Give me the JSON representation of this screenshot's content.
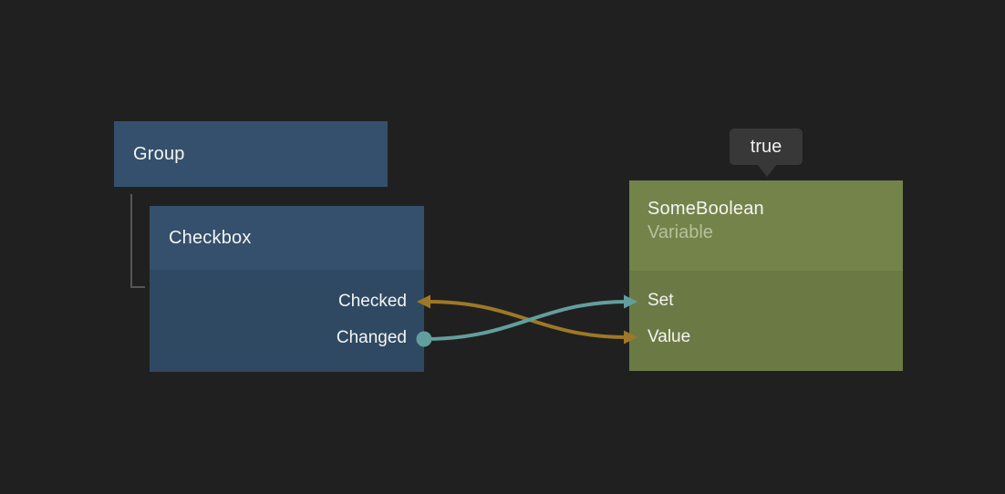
{
  "canvas": {
    "background": "#202020"
  },
  "nodes": {
    "group": {
      "title": "Group",
      "color": "#35506c"
    },
    "checkbox": {
      "title": "Checkbox",
      "header_color": "#35506c",
      "body_color": "#2f4963",
      "output_ports": [
        {
          "label": "Checked"
        },
        {
          "label": "Changed"
        }
      ]
    },
    "variable": {
      "title": "SomeBoolean",
      "subtitle": "Variable",
      "header_color": "#74834a",
      "body_color": "#6b7a44",
      "input_ports": [
        {
          "label": "Set"
        },
        {
          "label": "Value"
        }
      ]
    }
  },
  "tooltip": {
    "text": "true",
    "background": "#383838"
  },
  "hierarchy": {
    "parent": "Group",
    "child": "Checkbox",
    "line_color": "#57575a"
  },
  "connections": [
    {
      "from": "SomeBoolean.Value",
      "to": "Checkbox.Checked",
      "color": "#9e7827"
    },
    {
      "from": "Checkbox.Changed",
      "to": "SomeBoolean.Set",
      "color": "#639e9e"
    }
  ]
}
